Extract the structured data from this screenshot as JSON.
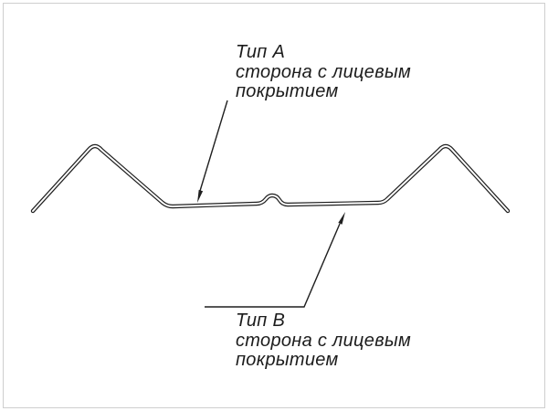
{
  "page": {
    "background": "#ffffff",
    "border_color": "#cfcfcf"
  },
  "drawing": {
    "stroke_color": "#1f1f1f",
    "labels": {
      "a": {
        "title": "Тип А",
        "line1": "сторона с лицевым",
        "line2": "покрытием"
      },
      "b": {
        "title": "Тип В",
        "line1": "сторона с лицевым",
        "line2": "покрытием"
      }
    }
  }
}
